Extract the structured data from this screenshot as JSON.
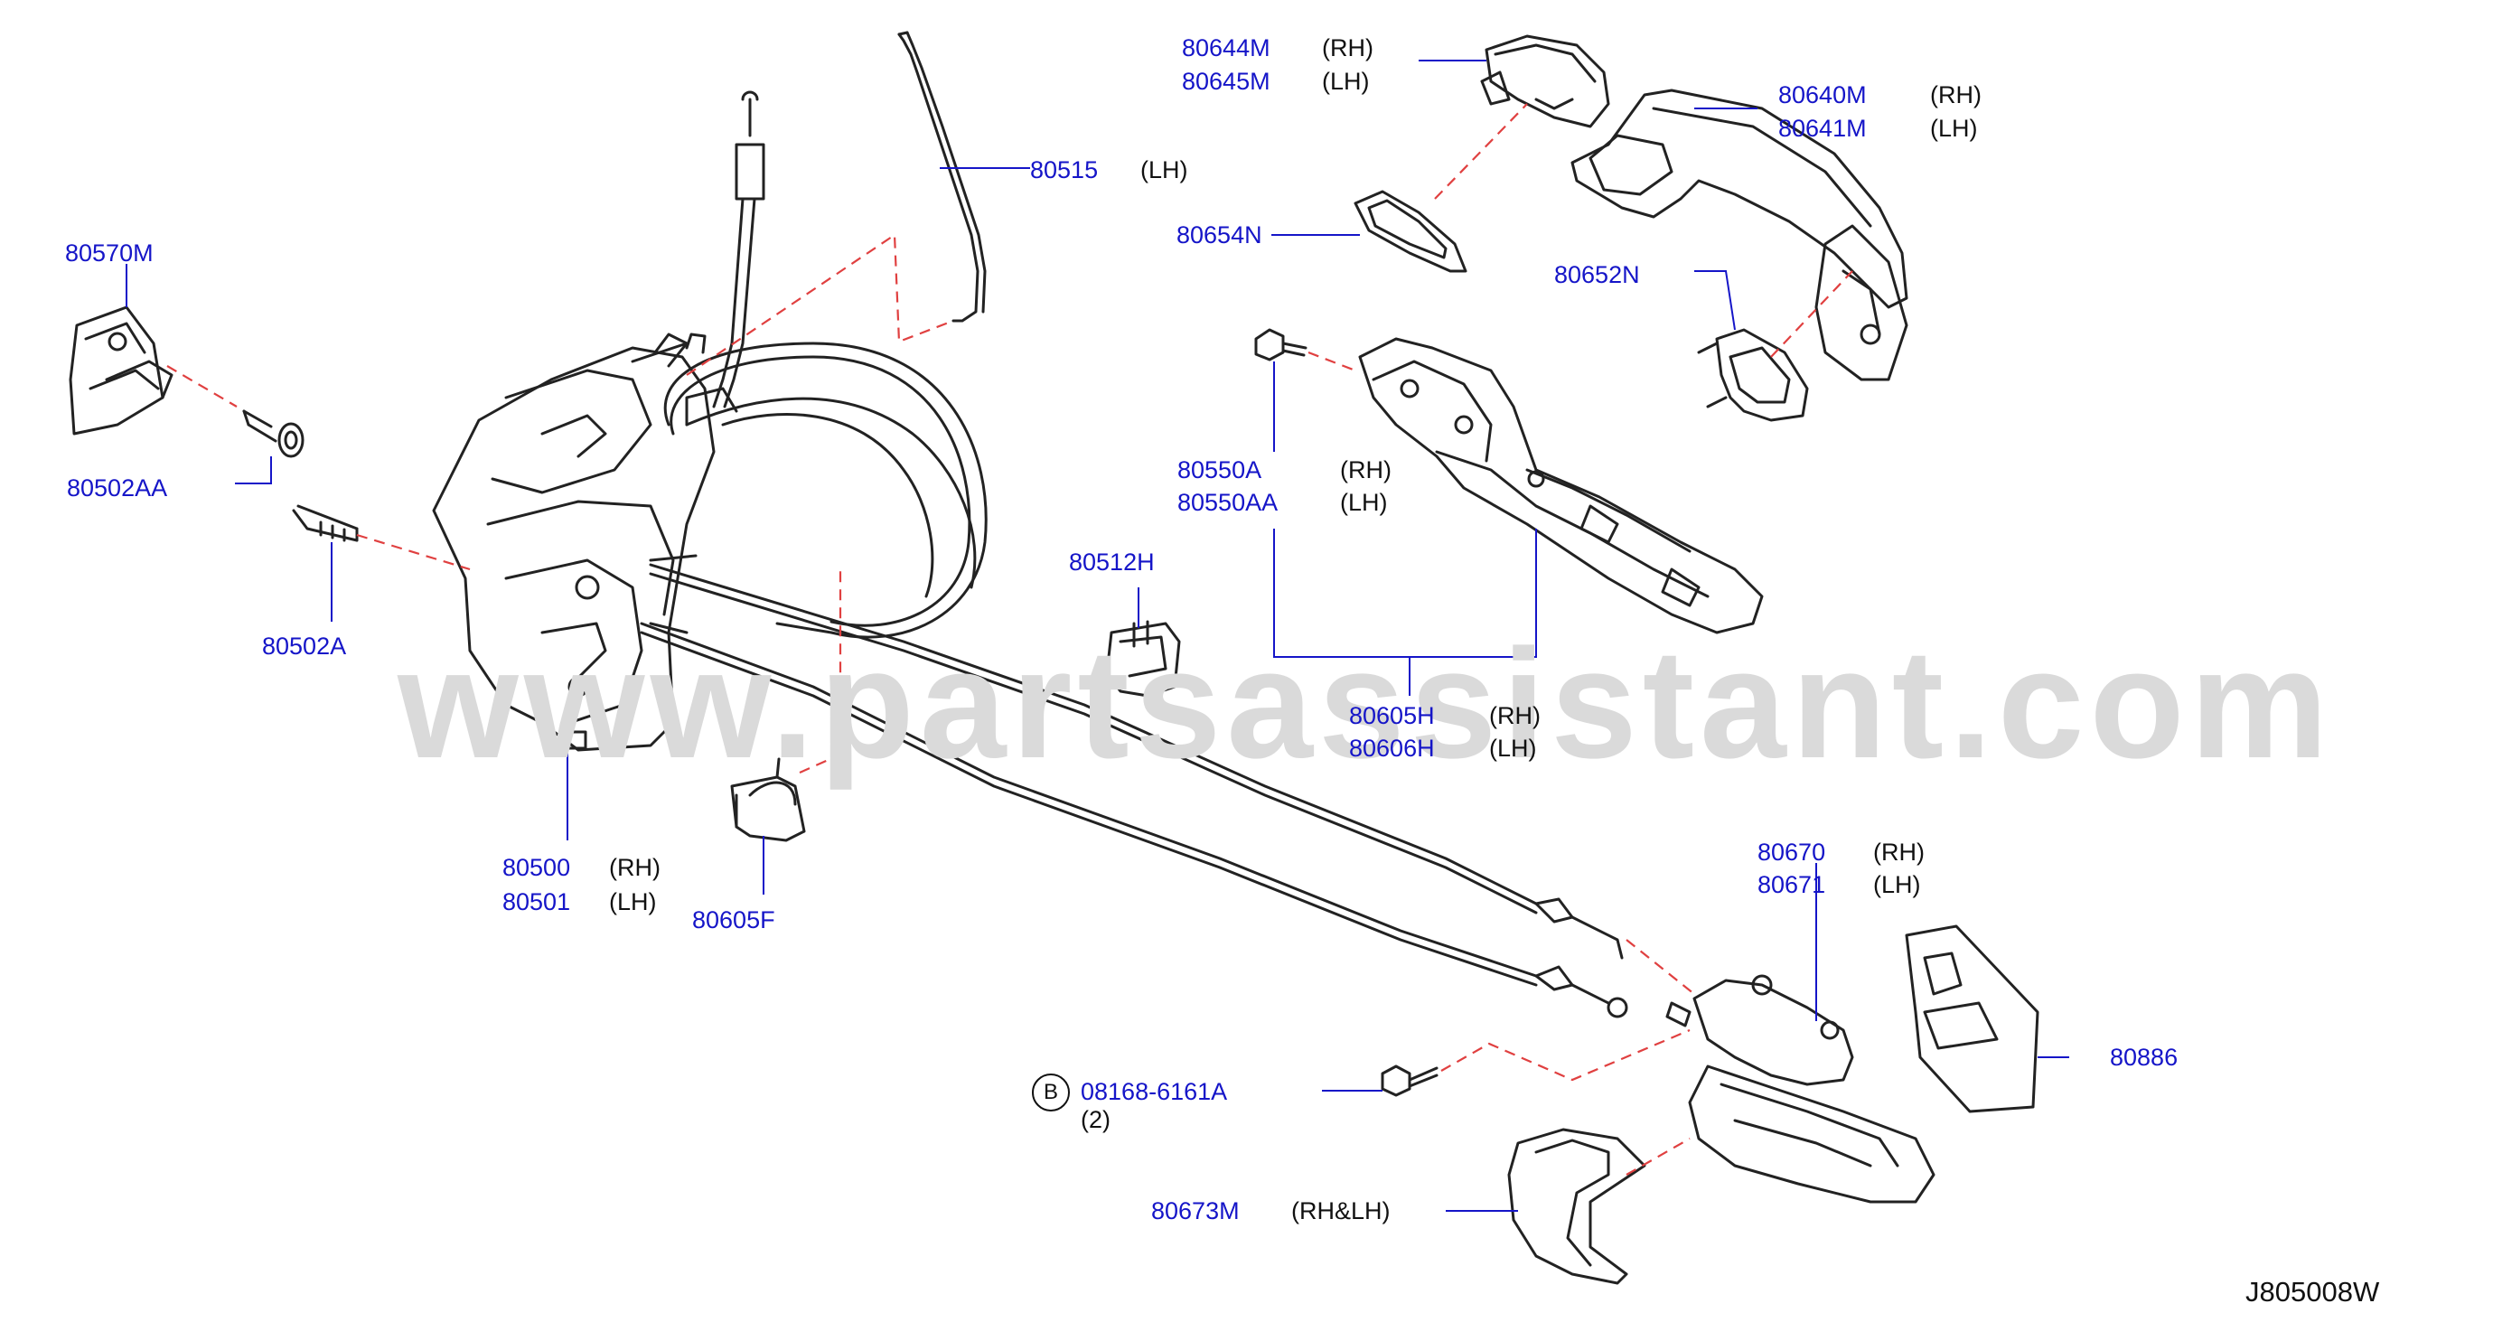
{
  "watermark": "www.partsassistant.com",
  "diagram_code": "J805008W",
  "bolt_ref_letter": "B",
  "labels": [
    {
      "id": "l80570m",
      "pn": "80570M",
      "side": ""
    },
    {
      "id": "l80502aa",
      "pn": "80502AA",
      "side": ""
    },
    {
      "id": "l80502a",
      "pn": "80502A",
      "side": ""
    },
    {
      "id": "l80500",
      "pn": "80500",
      "side": "(RH)"
    },
    {
      "id": "l80501",
      "pn": "80501",
      "side": "(LH)"
    },
    {
      "id": "l80605f",
      "pn": "80605F",
      "side": ""
    },
    {
      "id": "l80515",
      "pn": "80515",
      "side": "(LH)"
    },
    {
      "id": "l80512h",
      "pn": "80512H",
      "side": ""
    },
    {
      "id": "l80644m",
      "pn": "80644M",
      "side": "(RH)"
    },
    {
      "id": "l80645m",
      "pn": "80645M",
      "side": "(LH)"
    },
    {
      "id": "l80654n",
      "pn": "80654N",
      "side": ""
    },
    {
      "id": "l80640m",
      "pn": "80640M",
      "side": "(RH)"
    },
    {
      "id": "l80641m",
      "pn": "80641M",
      "side": "(LH)"
    },
    {
      "id": "l80652n",
      "pn": "80652N",
      "side": ""
    },
    {
      "id": "l80550a",
      "pn": "80550A",
      "side": "(RH)"
    },
    {
      "id": "l80550aa",
      "pn": "80550AA",
      "side": "(LH)"
    },
    {
      "id": "l80605h",
      "pn": "80605H",
      "side": "(RH)"
    },
    {
      "id": "l80606h",
      "pn": "80606H",
      "side": "(LH)"
    },
    {
      "id": "l80670",
      "pn": "80670",
      "side": "(RH)"
    },
    {
      "id": "l80671",
      "pn": "80671",
      "side": "(LH)"
    },
    {
      "id": "l80886",
      "pn": "80886",
      "side": ""
    },
    {
      "id": "l08168",
      "pn": "08168-6161A",
      "side": "(2)"
    },
    {
      "id": "l80673m",
      "pn": "80673M",
      "side": "(RH&LH)"
    }
  ]
}
